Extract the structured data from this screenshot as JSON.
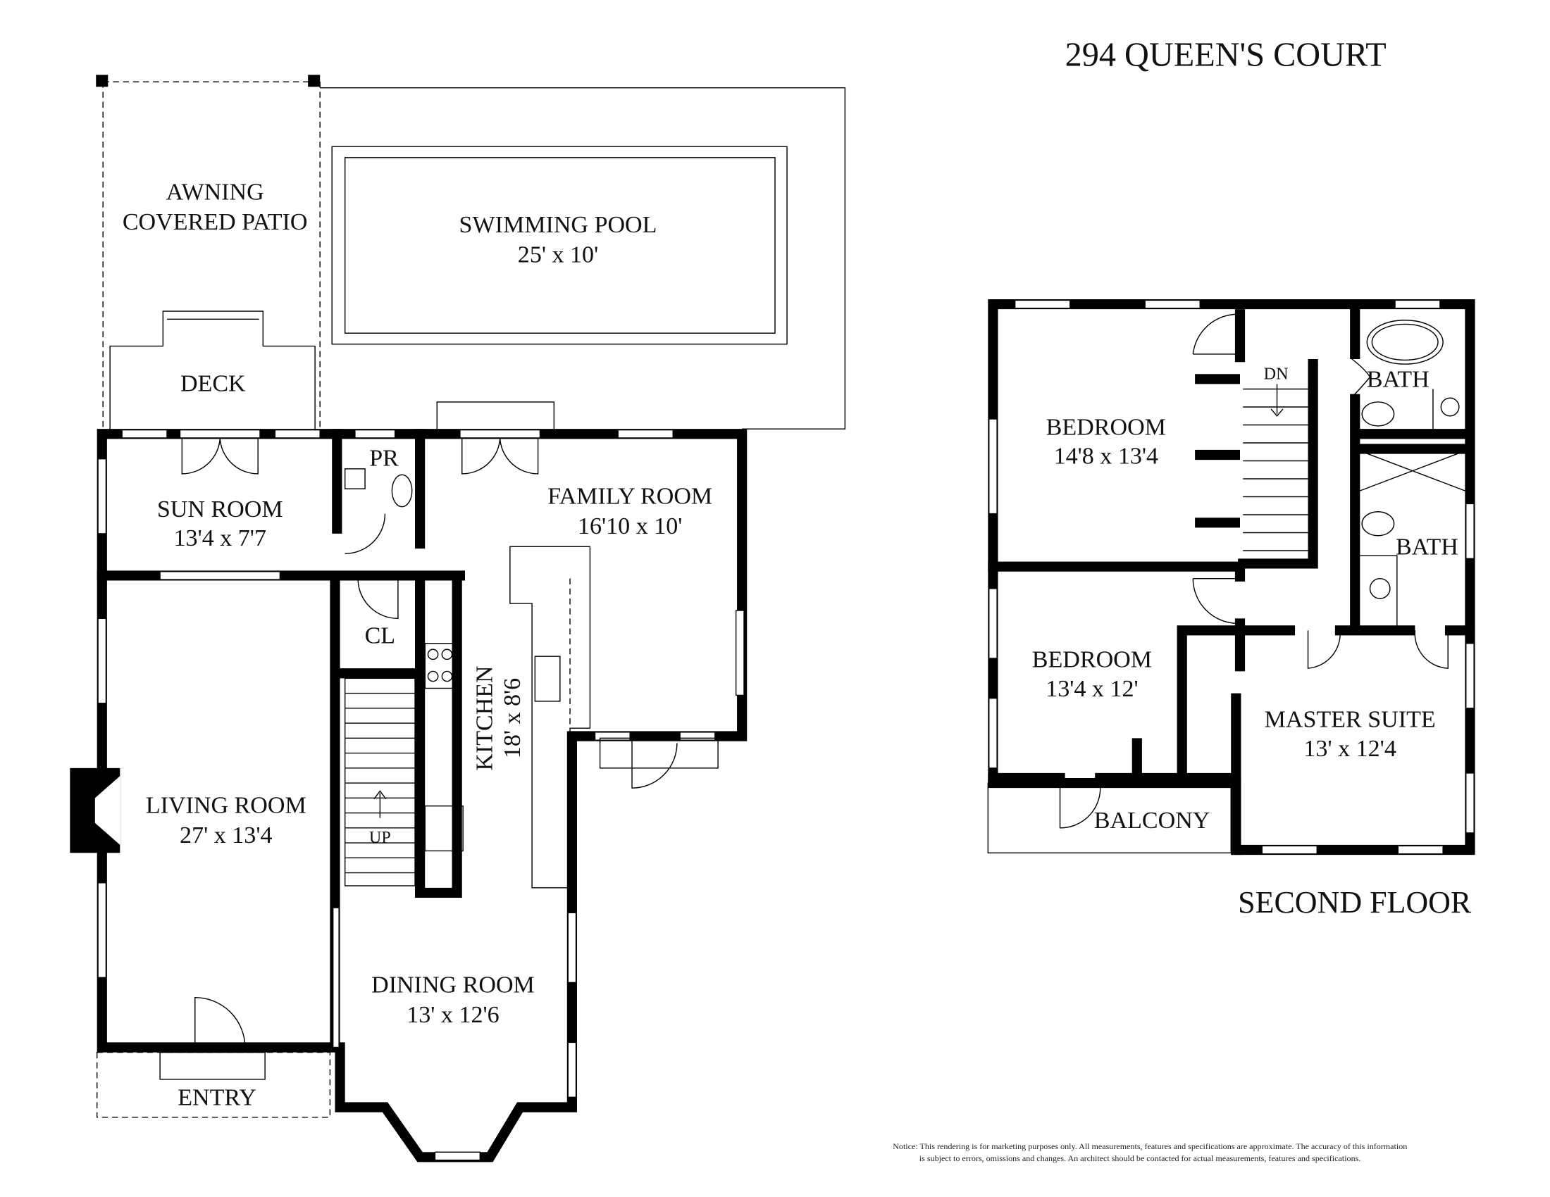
{
  "title": "294 QUEEN'S COURT",
  "first_floor": {
    "rooms": [
      {
        "name": "AWNING",
        "name2": "COVERED PATIO"
      },
      {
        "name": "SWIMMING POOL",
        "dims": "25' x 10'"
      },
      {
        "name": "DECK"
      },
      {
        "name": "SUN ROOM",
        "dims": "13'4 x 7'7"
      },
      {
        "name": "PR"
      },
      {
        "name": "FAMILY ROOM",
        "dims": "16'10 x 10'"
      },
      {
        "name": "CL"
      },
      {
        "name": "KITCHEN",
        "dims": "18' x 8'6"
      },
      {
        "name": "LIVING ROOM",
        "dims": "27' x 13'4"
      },
      {
        "name": "UP"
      },
      {
        "name": "DINING ROOM",
        "dims": "13' x 12'6"
      },
      {
        "name": "ENTRY"
      }
    ]
  },
  "second_floor": {
    "label": "SECOND FLOOR",
    "rooms": [
      {
        "name": "BEDROOM",
        "dims": "14'8 x 13'4"
      },
      {
        "name": "DN"
      },
      {
        "name": "BATH"
      },
      {
        "name": "BATH"
      },
      {
        "name": "BEDROOM",
        "dims": "13'4 x 12'"
      },
      {
        "name": "MASTER SUITE",
        "dims": "13' x 12'4"
      },
      {
        "name": "BALCONY"
      }
    ]
  },
  "notice": {
    "line1": "Notice: This rendering is for marketing purposes only. All measurements, features and specifications are approximate. The accuracy of this information",
    "line2": "is subject to errors, omissions and changes. An architect should be contacted for actual measurements, features and specifications."
  }
}
